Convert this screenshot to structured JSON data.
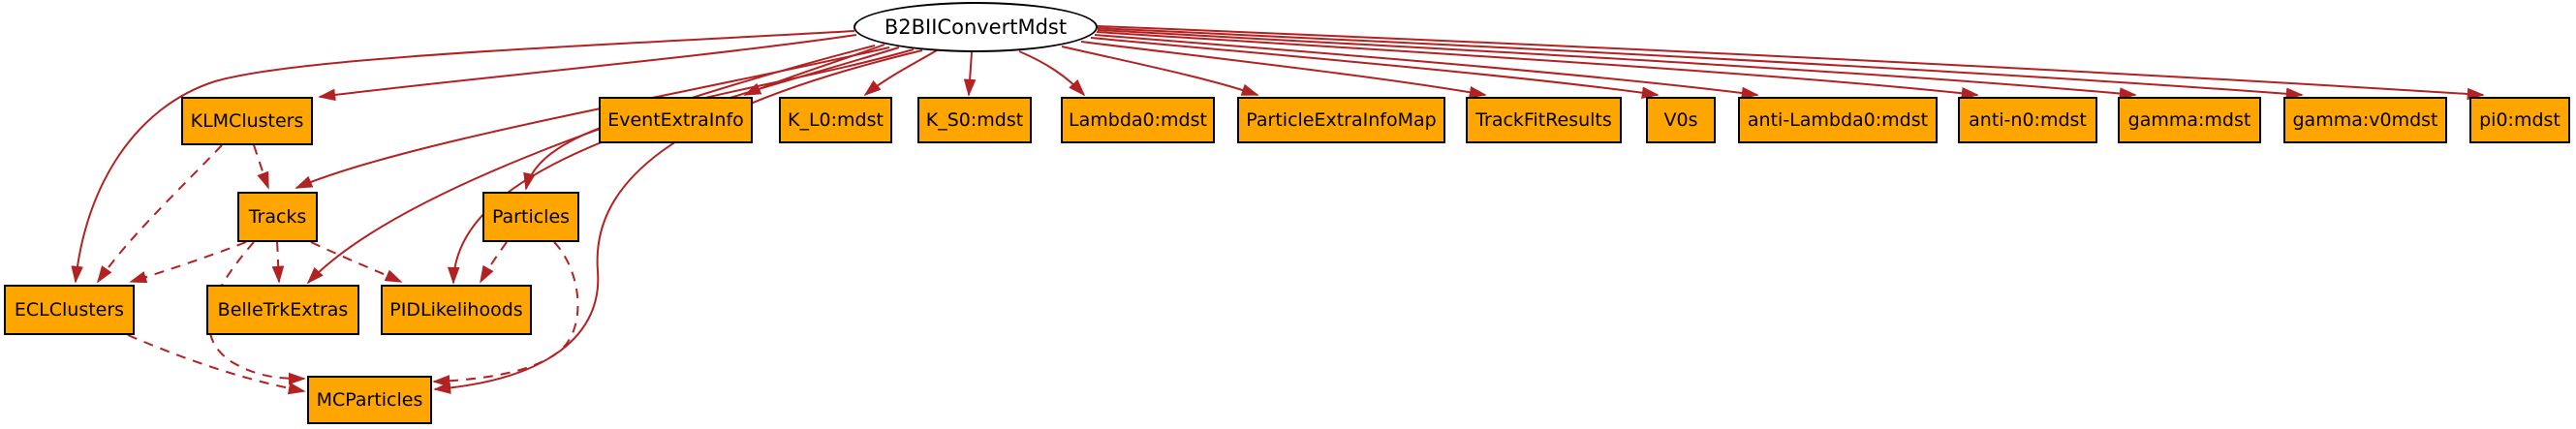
{
  "root": {
    "label": "B2BIIConvertMdst",
    "shape": "ellipse"
  },
  "nodes": [
    {
      "label": "KLMClusters"
    },
    {
      "label": "EventExtraInfo"
    },
    {
      "label": "K_L0:mdst"
    },
    {
      "label": "K_S0:mdst"
    },
    {
      "label": "Lambda0:mdst"
    },
    {
      "label": "ParticleExtraInfoMap"
    },
    {
      "label": "TrackFitResults"
    },
    {
      "label": "V0s"
    },
    {
      "label": "anti-Lambda0:mdst"
    },
    {
      "label": "anti-n0:mdst"
    },
    {
      "label": "gamma:mdst"
    },
    {
      "label": "gamma:v0mdst"
    },
    {
      "label": "pi0:mdst"
    },
    {
      "label": "Tracks"
    },
    {
      "label": "Particles"
    },
    {
      "label": "ECLClusters"
    },
    {
      "label": "BelleTrkExtras"
    },
    {
      "label": "PIDLikelihoods"
    },
    {
      "label": "MCParticles"
    }
  ],
  "edges": [
    {
      "from": "B2BIIConvertMdst",
      "to": "ECLClusters",
      "style": "solid"
    },
    {
      "from": "B2BIIConvertMdst",
      "to": "KLMClusters",
      "style": "solid"
    },
    {
      "from": "B2BIIConvertMdst",
      "to": "Tracks",
      "style": "solid"
    },
    {
      "from": "B2BIIConvertMdst",
      "to": "BelleTrkExtras",
      "style": "solid"
    },
    {
      "from": "B2BIIConvertMdst",
      "to": "PIDLikelihoods",
      "style": "solid"
    },
    {
      "from": "B2BIIConvertMdst",
      "to": "Particles",
      "style": "solid"
    },
    {
      "from": "B2BIIConvertMdst",
      "to": "MCParticles",
      "style": "solid"
    },
    {
      "from": "B2BIIConvertMdst",
      "to": "EventExtraInfo",
      "style": "solid"
    },
    {
      "from": "B2BIIConvertMdst",
      "to": "K_L0:mdst",
      "style": "solid"
    },
    {
      "from": "B2BIIConvertMdst",
      "to": "K_S0:mdst",
      "style": "solid"
    },
    {
      "from": "B2BIIConvertMdst",
      "to": "Lambda0:mdst",
      "style": "solid"
    },
    {
      "from": "B2BIIConvertMdst",
      "to": "ParticleExtraInfoMap",
      "style": "solid"
    },
    {
      "from": "B2BIIConvertMdst",
      "to": "TrackFitResults",
      "style": "solid"
    },
    {
      "from": "B2BIIConvertMdst",
      "to": "V0s",
      "style": "solid"
    },
    {
      "from": "B2BIIConvertMdst",
      "to": "anti-Lambda0:mdst",
      "style": "solid"
    },
    {
      "from": "B2BIIConvertMdst",
      "to": "anti-n0:mdst",
      "style": "solid"
    },
    {
      "from": "B2BIIConvertMdst",
      "to": "gamma:mdst",
      "style": "solid"
    },
    {
      "from": "B2BIIConvertMdst",
      "to": "gamma:v0mdst",
      "style": "solid"
    },
    {
      "from": "B2BIIConvertMdst",
      "to": "pi0:mdst",
      "style": "solid"
    },
    {
      "from": "KLMClusters",
      "to": "ECLClusters",
      "style": "dashed"
    },
    {
      "from": "KLMClusters",
      "to": "Tracks",
      "style": "dashed"
    },
    {
      "from": "Tracks",
      "to": "ECLClusters",
      "style": "dashed"
    },
    {
      "from": "Tracks",
      "to": "BelleTrkExtras",
      "style": "dashed"
    },
    {
      "from": "Tracks",
      "to": "PIDLikelihoods",
      "style": "dashed"
    },
    {
      "from": "Tracks",
      "to": "MCParticles",
      "style": "dashed"
    },
    {
      "from": "ECLClusters",
      "to": "MCParticles",
      "style": "dashed"
    },
    {
      "from": "Particles",
      "to": "PIDLikelihoods",
      "style": "dashed"
    },
    {
      "from": "Particles",
      "to": "MCParticles",
      "style": "dashed"
    }
  ],
  "colors": {
    "node_fill": "#FFA500",
    "node_border": "#000000",
    "root_fill": "#FFFFFF",
    "root_border": "#000000",
    "edge": "#B22222",
    "text": "#000000",
    "background": "#FFFFFF"
  }
}
